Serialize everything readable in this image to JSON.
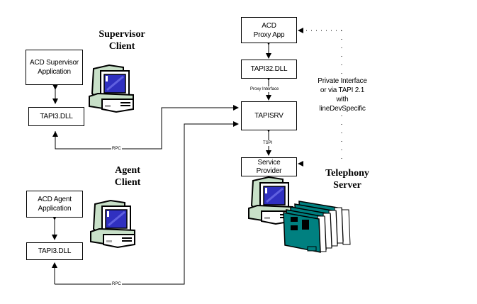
{
  "diagram": {
    "groups": {
      "supervisor_client": "Supervisor\nClient",
      "agent_client": "Agent\nClient",
      "telephony_server": "Telephony\nServer"
    },
    "boxes": {
      "acd_supervisor_app": "ACD Supervisor\nApplication",
      "supervisor_tapi3": "TAPI3.DLL",
      "acd_agent_app": "ACD Agent\nApplication",
      "agent_tapi3": "TAPI3.DLL",
      "acd_proxy_app": "ACD\nProxy App",
      "tapi32": "TAPI32.DLL",
      "tapisrv": "TAPISRV",
      "service_provider": "Service\nProvider"
    },
    "edge_labels": {
      "supervisor_rpc": "RPC",
      "agent_rpc": "RPC",
      "proxy_interface": "Proxy Interface",
      "tspi": "TSPI"
    },
    "private_interface_note": "Private Interface\nor via TAPI 2.1\nwith\nlineDevSpecific",
    "icons": [
      "computer-icon",
      "computer-icon",
      "computer-icon",
      "telephony-cards-icon"
    ],
    "colors": {
      "line": "#000000",
      "monitor_body": "#c8e0c8",
      "screen": "#3030c0",
      "card": "#008080"
    }
  }
}
